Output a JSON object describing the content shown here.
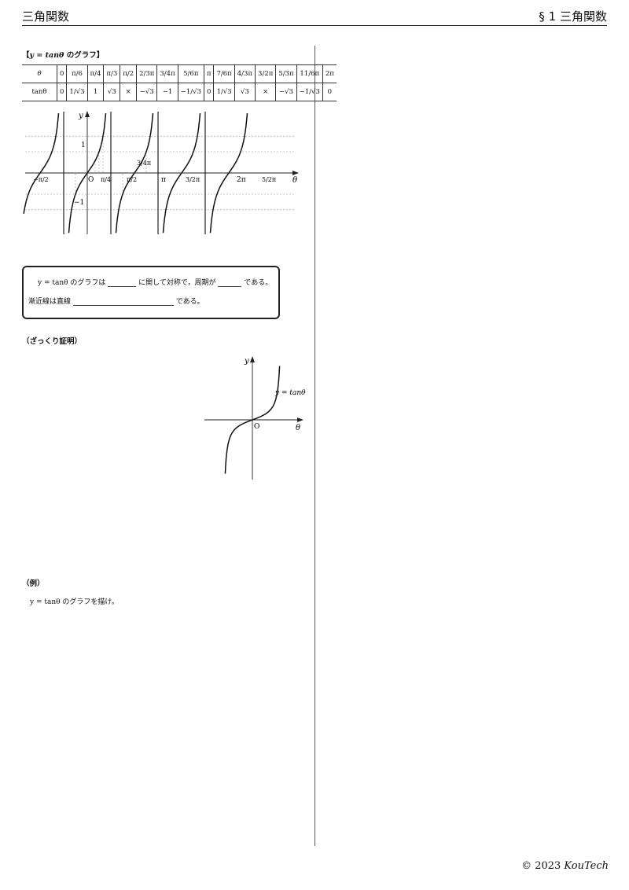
{
  "header": {
    "left": "三角関数",
    "right": "§ 1 三角関数"
  },
  "section_graph": {
    "prefix": "【",
    "expr": "y = tanθ",
    "suffix": " のグラフ】"
  },
  "table": {
    "row_labels": [
      "θ",
      "tanθ"
    ],
    "theta": [
      "0",
      "π/6",
      "π/4",
      "π/3",
      "π/2",
      "2/3π",
      "3/4π",
      "5/6π",
      "π",
      "7/6π",
      "4/3π",
      "3/2π",
      "5/3π",
      "11/6π",
      "2π"
    ],
    "tan": [
      "0",
      "1/√3",
      "1",
      "√3",
      "×",
      "−√3",
      "−1",
      "−1/√3",
      "0",
      "1/√3",
      "√3",
      "×",
      "−√3",
      "−1/√3",
      "0"
    ]
  },
  "graph": {
    "y_axis": "y",
    "x_axis": "θ",
    "origin": "O",
    "tick_labels": {
      "one": "1",
      "minus_one": "−1",
      "neg_half_pi": "−π/2",
      "quarter_pi": "π/4",
      "half_pi": "π/2",
      "three_quarter_pi": "3/4π",
      "pi": "π",
      "three_half_pi": "3/2π",
      "two_pi": "2π",
      "five_half_pi": "5/2π"
    }
  },
  "summary_box": {
    "line1_a": "y = tanθ のグラフは",
    "line1_b": "に関して対称で，周期が",
    "line1_c": "である。",
    "line2_a": "漸近線は直線",
    "line2_b": "である。"
  },
  "section_proof": "（ざっくり証明）",
  "small_graph": {
    "y_axis": "y",
    "x_axis": "θ",
    "origin": "O",
    "curve_label": "y = tanθ"
  },
  "section_example": "（例）",
  "example_text": "y = tanθ のグラフを描け。",
  "copyright": {
    "symbol": "© 2023",
    "brand": "KouTech"
  }
}
